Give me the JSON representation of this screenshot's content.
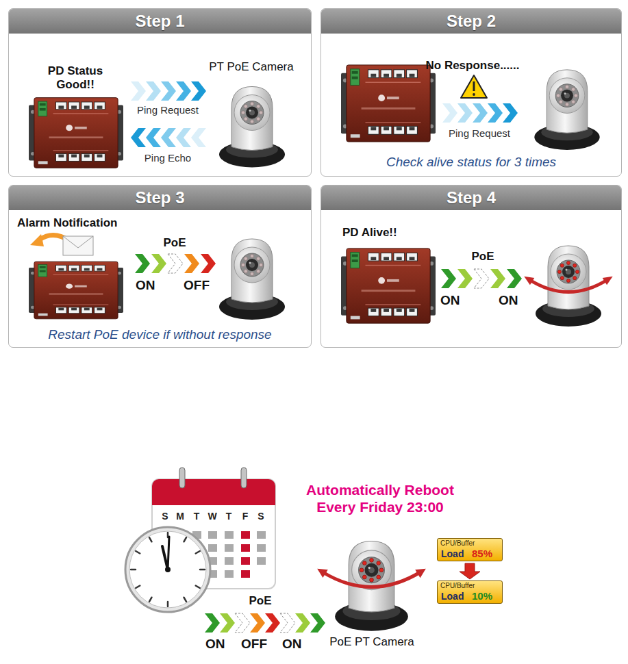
{
  "diagram": {
    "nodes": [
      {
        "text": [
          "Step 1",
          "PD Status Good!!",
          "PT PoE Camera",
          "Ping Request",
          "Ping Echo"
        ]
      },
      {
        "text": [
          "Step 2",
          "No Response......",
          "Ping Request",
          "Check alive status for 3 times"
        ]
      },
      {
        "text": [
          "Step 3",
          "Alarm Notification",
          "PoE",
          "ON",
          "OFF",
          "Restart PoE device if without response"
        ]
      },
      {
        "text": [
          "Step 4",
          "PD Alive!!",
          "PoE",
          "ON",
          "ON"
        ]
      },
      {
        "text": [
          "CPU/Buffer",
          "Load",
          "85%"
        ]
      },
      {
        "text": [
          "CPU/Buffer",
          "Load",
          "10%"
        ]
      }
    ],
    "edges": [
      {
        "from": 4,
        "to": 5,
        "arrow": "to"
      }
    ],
    "labels": [
      "Automatically Reboot Every Friday 23:00",
      "S",
      "M",
      "T",
      "W",
      "T",
      "F",
      "S",
      "PoE",
      "ON",
      "OFF",
      "ON",
      "PoE PT Camera"
    ]
  }
}
